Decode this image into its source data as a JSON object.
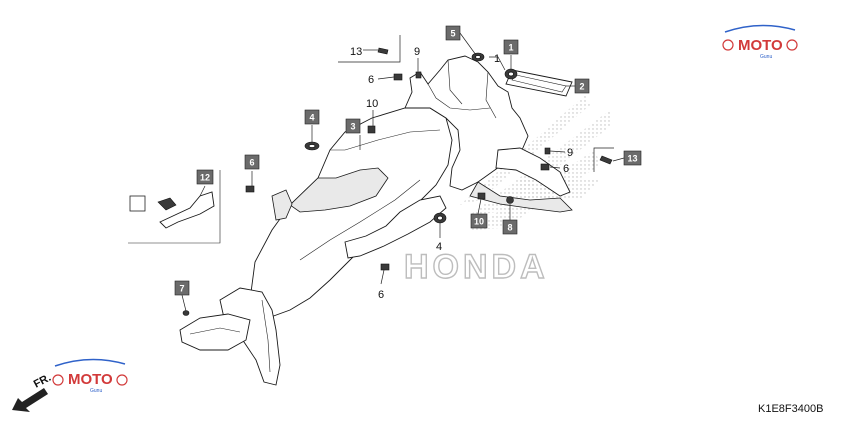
{
  "diagram": {
    "code": "K1E8F3400B",
    "direction": "FR.",
    "brand_watermark": "HONDA",
    "site_watermark": "MOTO",
    "site_watermark_sub": "Gunu",
    "labels": {
      "p1": "1",
      "p4": "4",
      "p6a": "6",
      "p6b": "6",
      "p6c": "6",
      "p9a": "9",
      "p9b": "9",
      "p10": "10",
      "p13a": "13",
      "p13b": "13"
    },
    "boxes": {
      "b1": "1",
      "b2": "2",
      "b3": "3",
      "b4": "4",
      "b5": "5",
      "b6": "6",
      "b7": "7",
      "b8": "8",
      "b10": "10",
      "b12": "12",
      "b13": "13"
    }
  },
  "colors": {
    "callout_box": "#6b6b6b",
    "watermark_red": "#d23a3a",
    "watermark_blue": "#2f62c9"
  }
}
